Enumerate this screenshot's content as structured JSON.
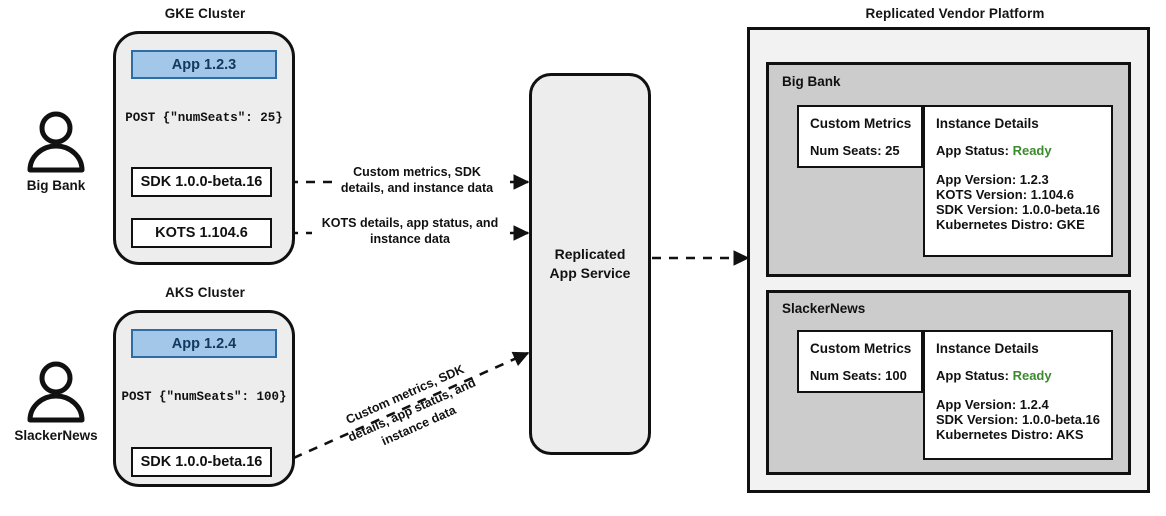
{
  "diagram": {
    "title_gke": "GKE Cluster",
    "title_aks": "AKS Cluster",
    "title_platform": "Replicated Vendor Platform"
  },
  "actors": [
    {
      "name": "Big Bank",
      "icon": "person-icon"
    },
    {
      "name": "SlackerNews",
      "icon": "person-icon"
    }
  ],
  "gke_cluster": {
    "app": "App 1.2.3",
    "post": "POST {\"numSeats\": 25}",
    "sdk": "SDK 1.0.0-beta.16",
    "kots": "KOTS 1.104.6"
  },
  "aks_cluster": {
    "app": "App 1.2.4",
    "post": "POST {\"numSeats\": 100}",
    "sdk": "SDK 1.0.0-beta.16"
  },
  "service": {
    "line1": "Replicated",
    "line2": "App Service"
  },
  "flows": {
    "sdk_to_service": {
      "line1": "Custom metrics, SDK",
      "line2": "details, and instance data"
    },
    "kots_to_service": {
      "line1": "KOTS details, app status, and",
      "line2": "instance data"
    },
    "aks_to_service": {
      "line1": "Custom metrics, SDK",
      "line2": "details, app status, and",
      "line3": "instance data"
    }
  },
  "platform": {
    "tenants": [
      {
        "name": "Big Bank",
        "metrics": {
          "title": "Custom Metrics",
          "line": "Num Seats: 25"
        },
        "details": {
          "title": "Instance Details",
          "status_label": "App Status:",
          "status_value": "Ready",
          "lines": [
            "App Version: 1.2.3",
            "KOTS Version: 1.104.6",
            "SDK Version: 1.0.0-beta.16",
            "Kubernetes Distro: GKE"
          ]
        }
      },
      {
        "name": "SlackerNews",
        "metrics": {
          "title": "Custom Metrics",
          "line": "Num Seats: 100"
        },
        "details": {
          "title": "Instance Details",
          "status_label": "App Status:",
          "status_value": "Ready",
          "lines": [
            "App Version: 1.2.4",
            "SDK Version: 1.0.0-beta.16",
            "Kubernetes Distro: AKS"
          ]
        }
      }
    ]
  },
  "colors": {
    "app_fill": "#a3c7e8",
    "app_border": "#2e6ca4",
    "cluster_fill": "#ededed",
    "platform_fill": "#f2f2f2",
    "tenant_fill": "#cccccc",
    "status_green": "#3c8a2e",
    "stroke": "#111111"
  }
}
